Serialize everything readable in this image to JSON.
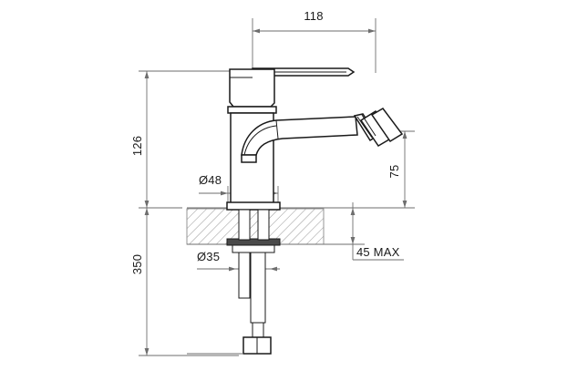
{
  "drawing": {
    "title": "Bidet mixer tap dimensional drawing",
    "background_color": "#ffffff",
    "line_color": "#1a1a1a",
    "dimension_color": "#6e6e6e",
    "units": "mm"
  },
  "dimensions": {
    "spout_reach": {
      "label": "118",
      "orientation": "horizontal",
      "position": "top"
    },
    "body_height": {
      "label": "126",
      "orientation": "vertical-rotated",
      "position": "left-upper"
    },
    "total_length": {
      "label": "350",
      "orientation": "vertical-rotated",
      "position": "left-lower"
    },
    "spout_height": {
      "label": "75",
      "orientation": "vertical-rotated",
      "position": "right"
    },
    "base_diameter": {
      "label": "Ø48",
      "orientation": "horizontal",
      "position": "base-collar"
    },
    "shank_diameter": {
      "label": "Ø35",
      "orientation": "horizontal",
      "position": "threaded-shank"
    },
    "counter_thickness": {
      "label": "45 MAX",
      "orientation": "horizontal-note",
      "position": "countertop-right"
    }
  },
  "components": {
    "lever_handle": "lever-handle",
    "cartridge_housing": "cartridge-housing",
    "body_column": "body-column",
    "spout": "curved-spout",
    "aerator": "angled-aerator",
    "base_collar": "base-collar",
    "countertop": "countertop-section",
    "mounting_nut": "mounting-nut",
    "threaded_shank": "threaded-shank",
    "supply_tail": "supply-tail",
    "end_fitting": "end-fitting"
  }
}
